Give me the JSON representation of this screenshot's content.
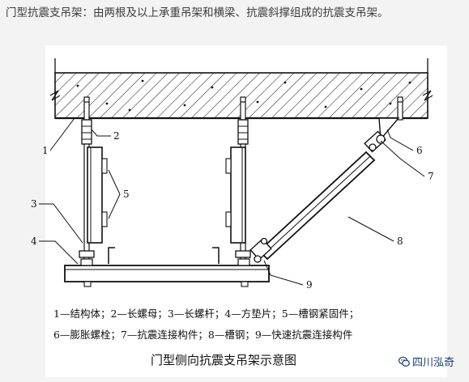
{
  "caption": "门型抗震支吊架：由两根及以上承重吊架和横梁、抗震斜撑组成的抗震支吊架。",
  "diagram": {
    "callouts": [
      "1",
      "2",
      "3",
      "4",
      "5",
      "6",
      "7",
      "8",
      "9"
    ],
    "legend_line1": "1—结构体；2—长螺母；3—长螺杆；4—方垫片；5—槽钢紧固件；",
    "legend_line2": "6—膨胀螺栓；7—抗震连接构件；8—槽钢；9—快速抗震连接构件",
    "title": "门型侧向抗震支吊架示意图"
  },
  "watermark": {
    "text": "四川泓奇",
    "icon": "wechat-icon"
  },
  "colors": {
    "line": "#111111",
    "watermark": "#1e3c6e"
  }
}
